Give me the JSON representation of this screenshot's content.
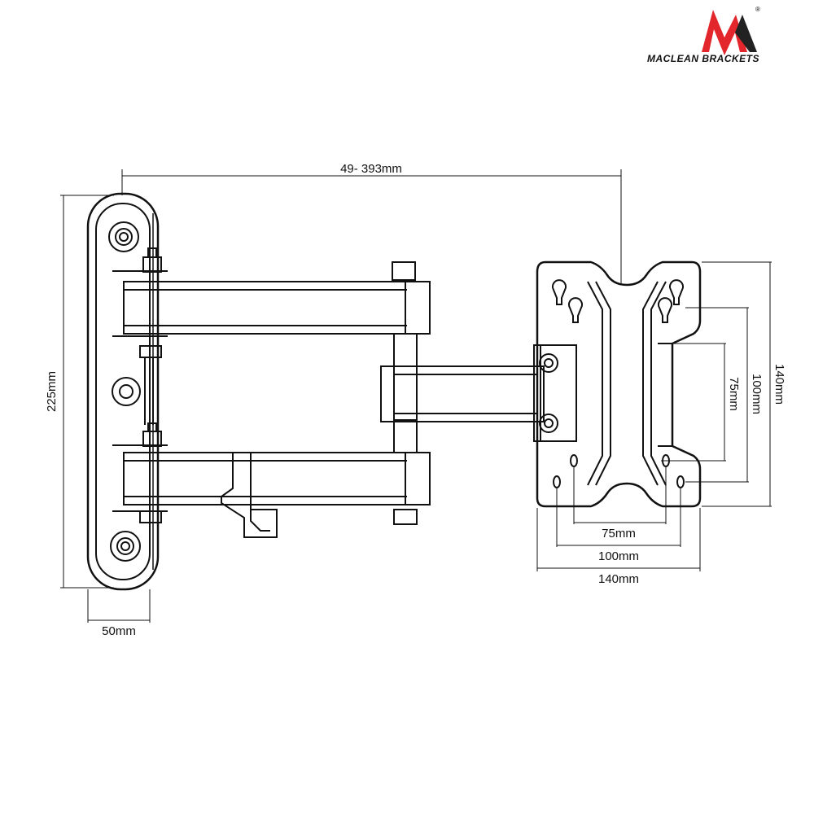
{
  "brand": {
    "name": "MACLEAN BRACKETS",
    "registered_mark": "®",
    "logo_color": "#e3262b"
  },
  "dimensions": {
    "arm_extension": "49- 393mm",
    "wall_plate_height": "225mm",
    "wall_plate_depth": "50mm",
    "vesa_horizontal": [
      "75mm",
      "100mm",
      "140mm"
    ],
    "vesa_vertical": [
      "75mm",
      "100mm",
      "140mm"
    ]
  },
  "colors": {
    "line": "#111111",
    "background": "#ffffff"
  }
}
